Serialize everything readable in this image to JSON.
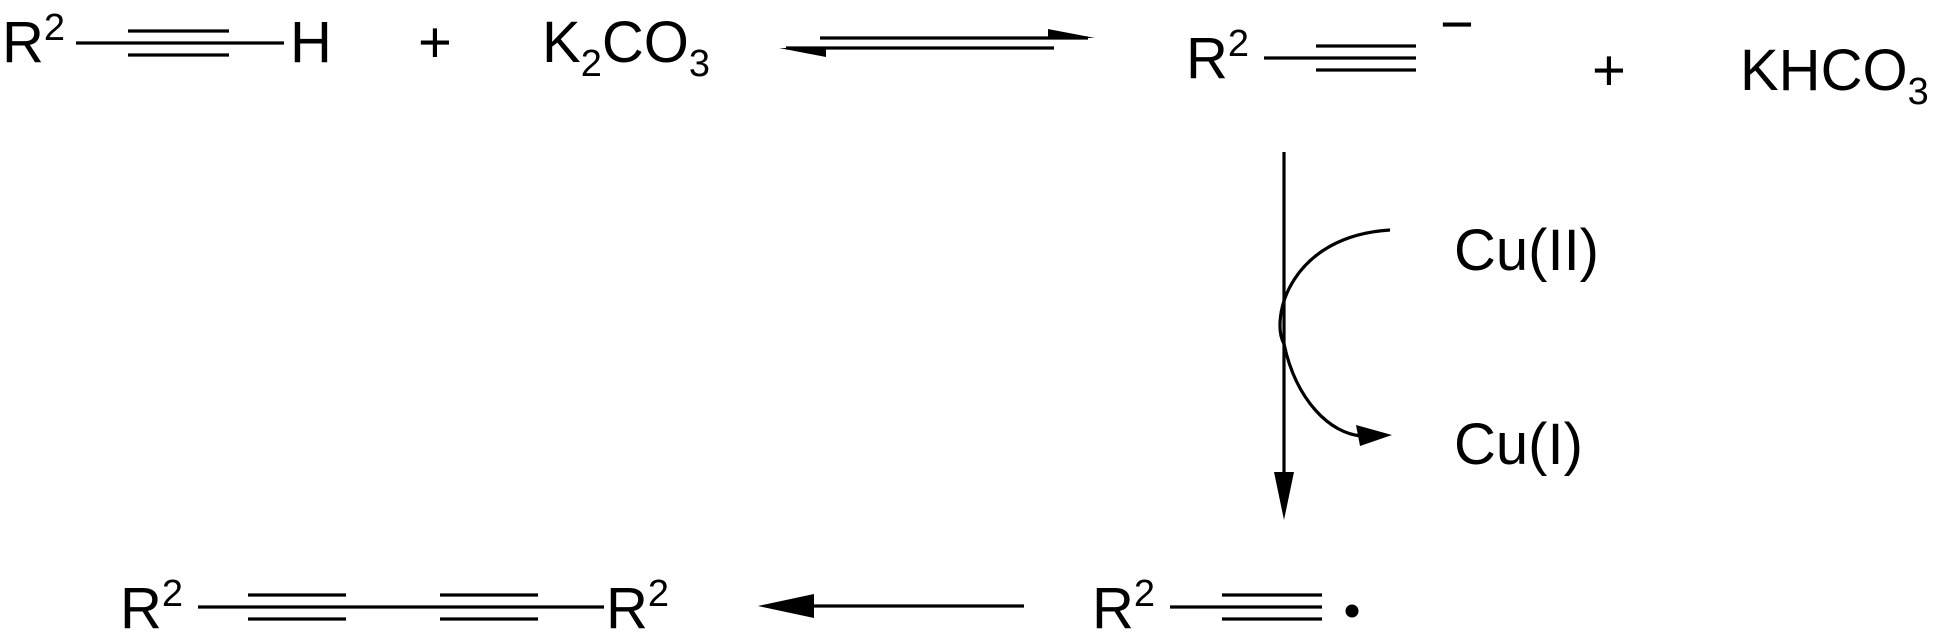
{
  "r2": {
    "letter": "R",
    "sup": "2"
  },
  "reactant_h": "H",
  "plus": "+",
  "k2co3": {
    "k": "K",
    "sub2": "2",
    "co": "CO",
    "sub3": "3"
  },
  "anion_charge": "−",
  "khco3": {
    "main": "KHCO",
    "sub": "3"
  },
  "cu_oxidant": "Cu(II)",
  "cu_reduced": "Cu(I)",
  "radical_dot": "•"
}
